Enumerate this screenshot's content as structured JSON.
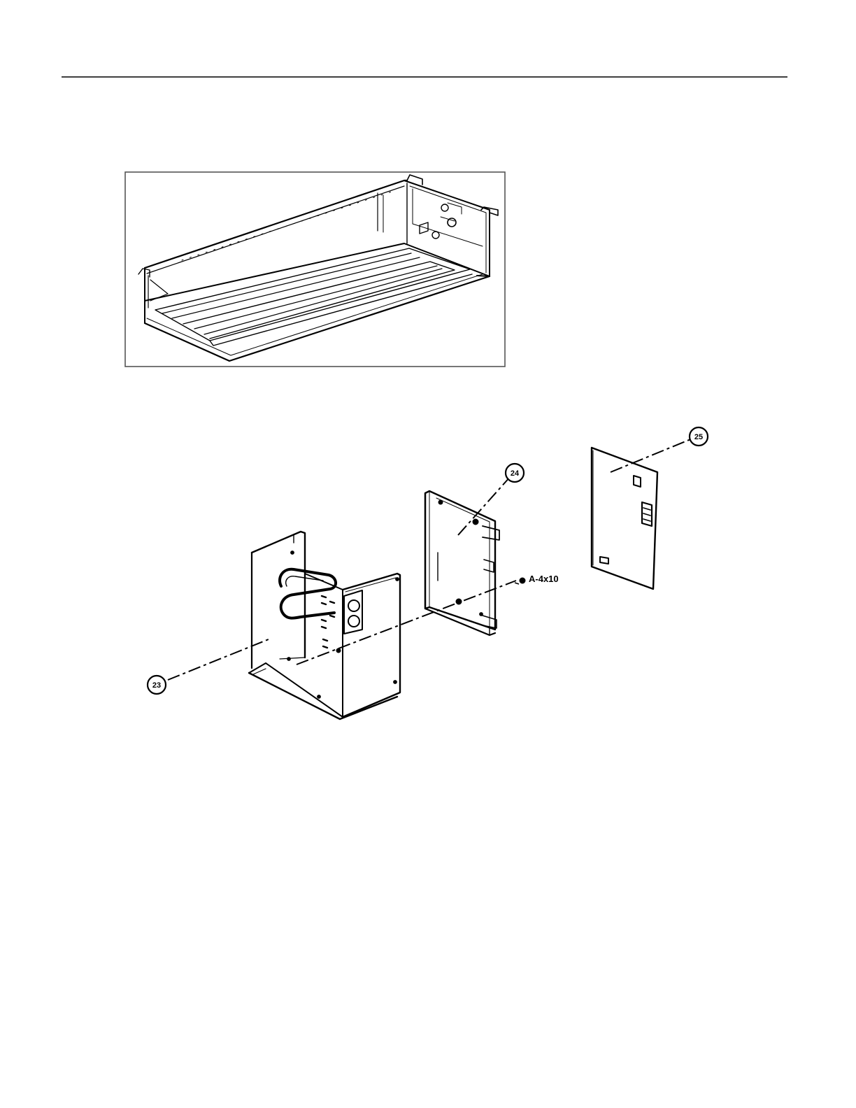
{
  "callouts": {
    "c23": "23",
    "c24": "24",
    "c25": "25"
  },
  "fastener": {
    "label": "A-4x10"
  },
  "colors": {
    "line": "#000000",
    "frame": "#555555",
    "background": "#ffffff"
  }
}
